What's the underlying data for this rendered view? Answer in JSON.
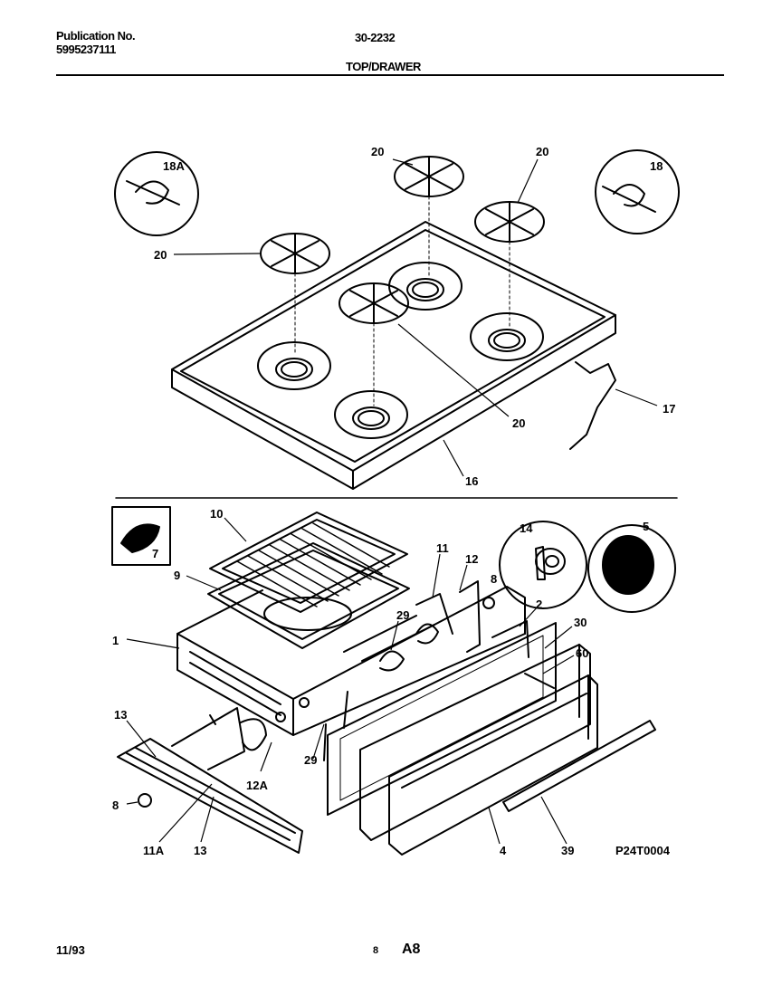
{
  "header": {
    "publication_label": "Publication No.",
    "publication_number": "5995237111",
    "model_code": "30-2232",
    "section_title": "TOP/DRAWER"
  },
  "diagram": {
    "callouts": {
      "c18a": "18A",
      "c18": "18",
      "c20a": "20",
      "c20b": "20",
      "c20c": "20",
      "c20d": "20",
      "c17": "17",
      "c16": "16",
      "c7": "7",
      "c10": "10",
      "c9": "9",
      "c1": "1",
      "c11": "11",
      "c12": "12",
      "c8a": "8",
      "c14": "14",
      "c5": "5",
      "c2": "2",
      "c30": "30",
      "c60": "60",
      "c29a": "29",
      "c29b": "29",
      "c13a": "13",
      "c12a": "12A",
      "c8b": "8",
      "c11a": "11A",
      "c13b": "13",
      "c4": "4",
      "c39": "39"
    },
    "figure_id": "P24T0004"
  },
  "footer": {
    "date": "11/93",
    "page": "8",
    "code": "A8"
  }
}
